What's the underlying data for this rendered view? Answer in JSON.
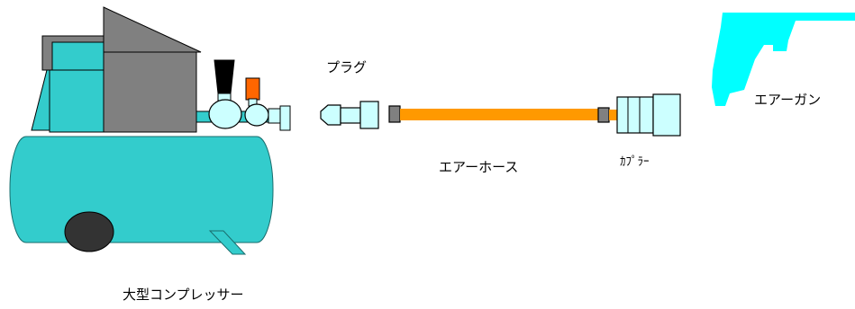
{
  "labels": {
    "plug": "プラグ",
    "hose": "エアーホース",
    "coupler": "ｶﾌﾟﾗｰ",
    "air_gun": "エアーガン",
    "compressor": "大型コンプレッサー"
  },
  "colors": {
    "teal": "#33CCCC",
    "cyan_light": "#CCFFFF",
    "gray": "#808080",
    "dark_gray": "#333333",
    "hose_orange": "#FF9900",
    "valve_orange": "#FF6600",
    "aqua_gun": "#00FFFF",
    "black": "#000000"
  },
  "icons": {
    "compressor": "compressor-icon",
    "plug": "plug-icon",
    "hose": "hose-icon",
    "coupler": "coupler-icon",
    "air_gun": "air-gun-icon"
  }
}
